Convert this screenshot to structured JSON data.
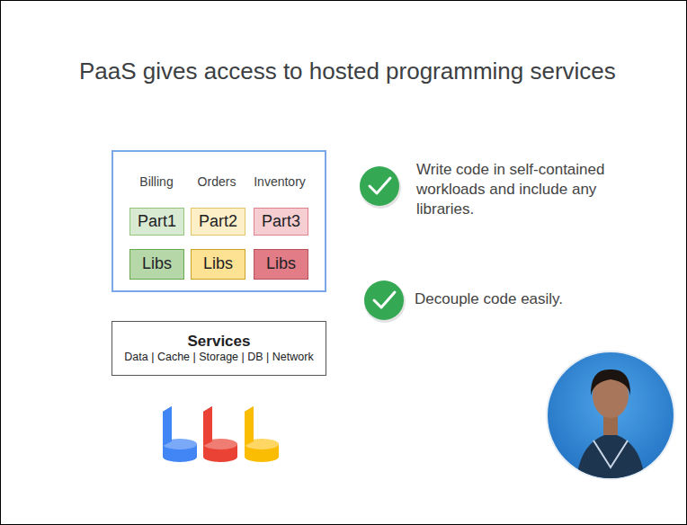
{
  "diagram": {
    "title": "PaaS gives access to hosted programming services",
    "nodes": [
      {
        "text": [
          "Billing",
          "Orders",
          "Inventory"
        ]
      },
      {
        "text": [
          "Part1"
        ],
        "in": 0
      },
      {
        "text": [
          "Part2"
        ],
        "in": 0
      },
      {
        "text": [
          "Part3"
        ],
        "in": 0
      },
      {
        "text": [
          "Libs"
        ],
        "in": 0
      },
      {
        "text": [
          "Libs"
        ],
        "in": 0
      },
      {
        "text": [
          "Libs"
        ],
        "in": 0
      },
      {
        "text": [
          "Services",
          "Data | Cache | Storage | DB | Network"
        ]
      }
    ],
    "labels": [
      "Write code in self-contained workloads and include any libraries.",
      "Decouple code easily."
    ]
  }
}
